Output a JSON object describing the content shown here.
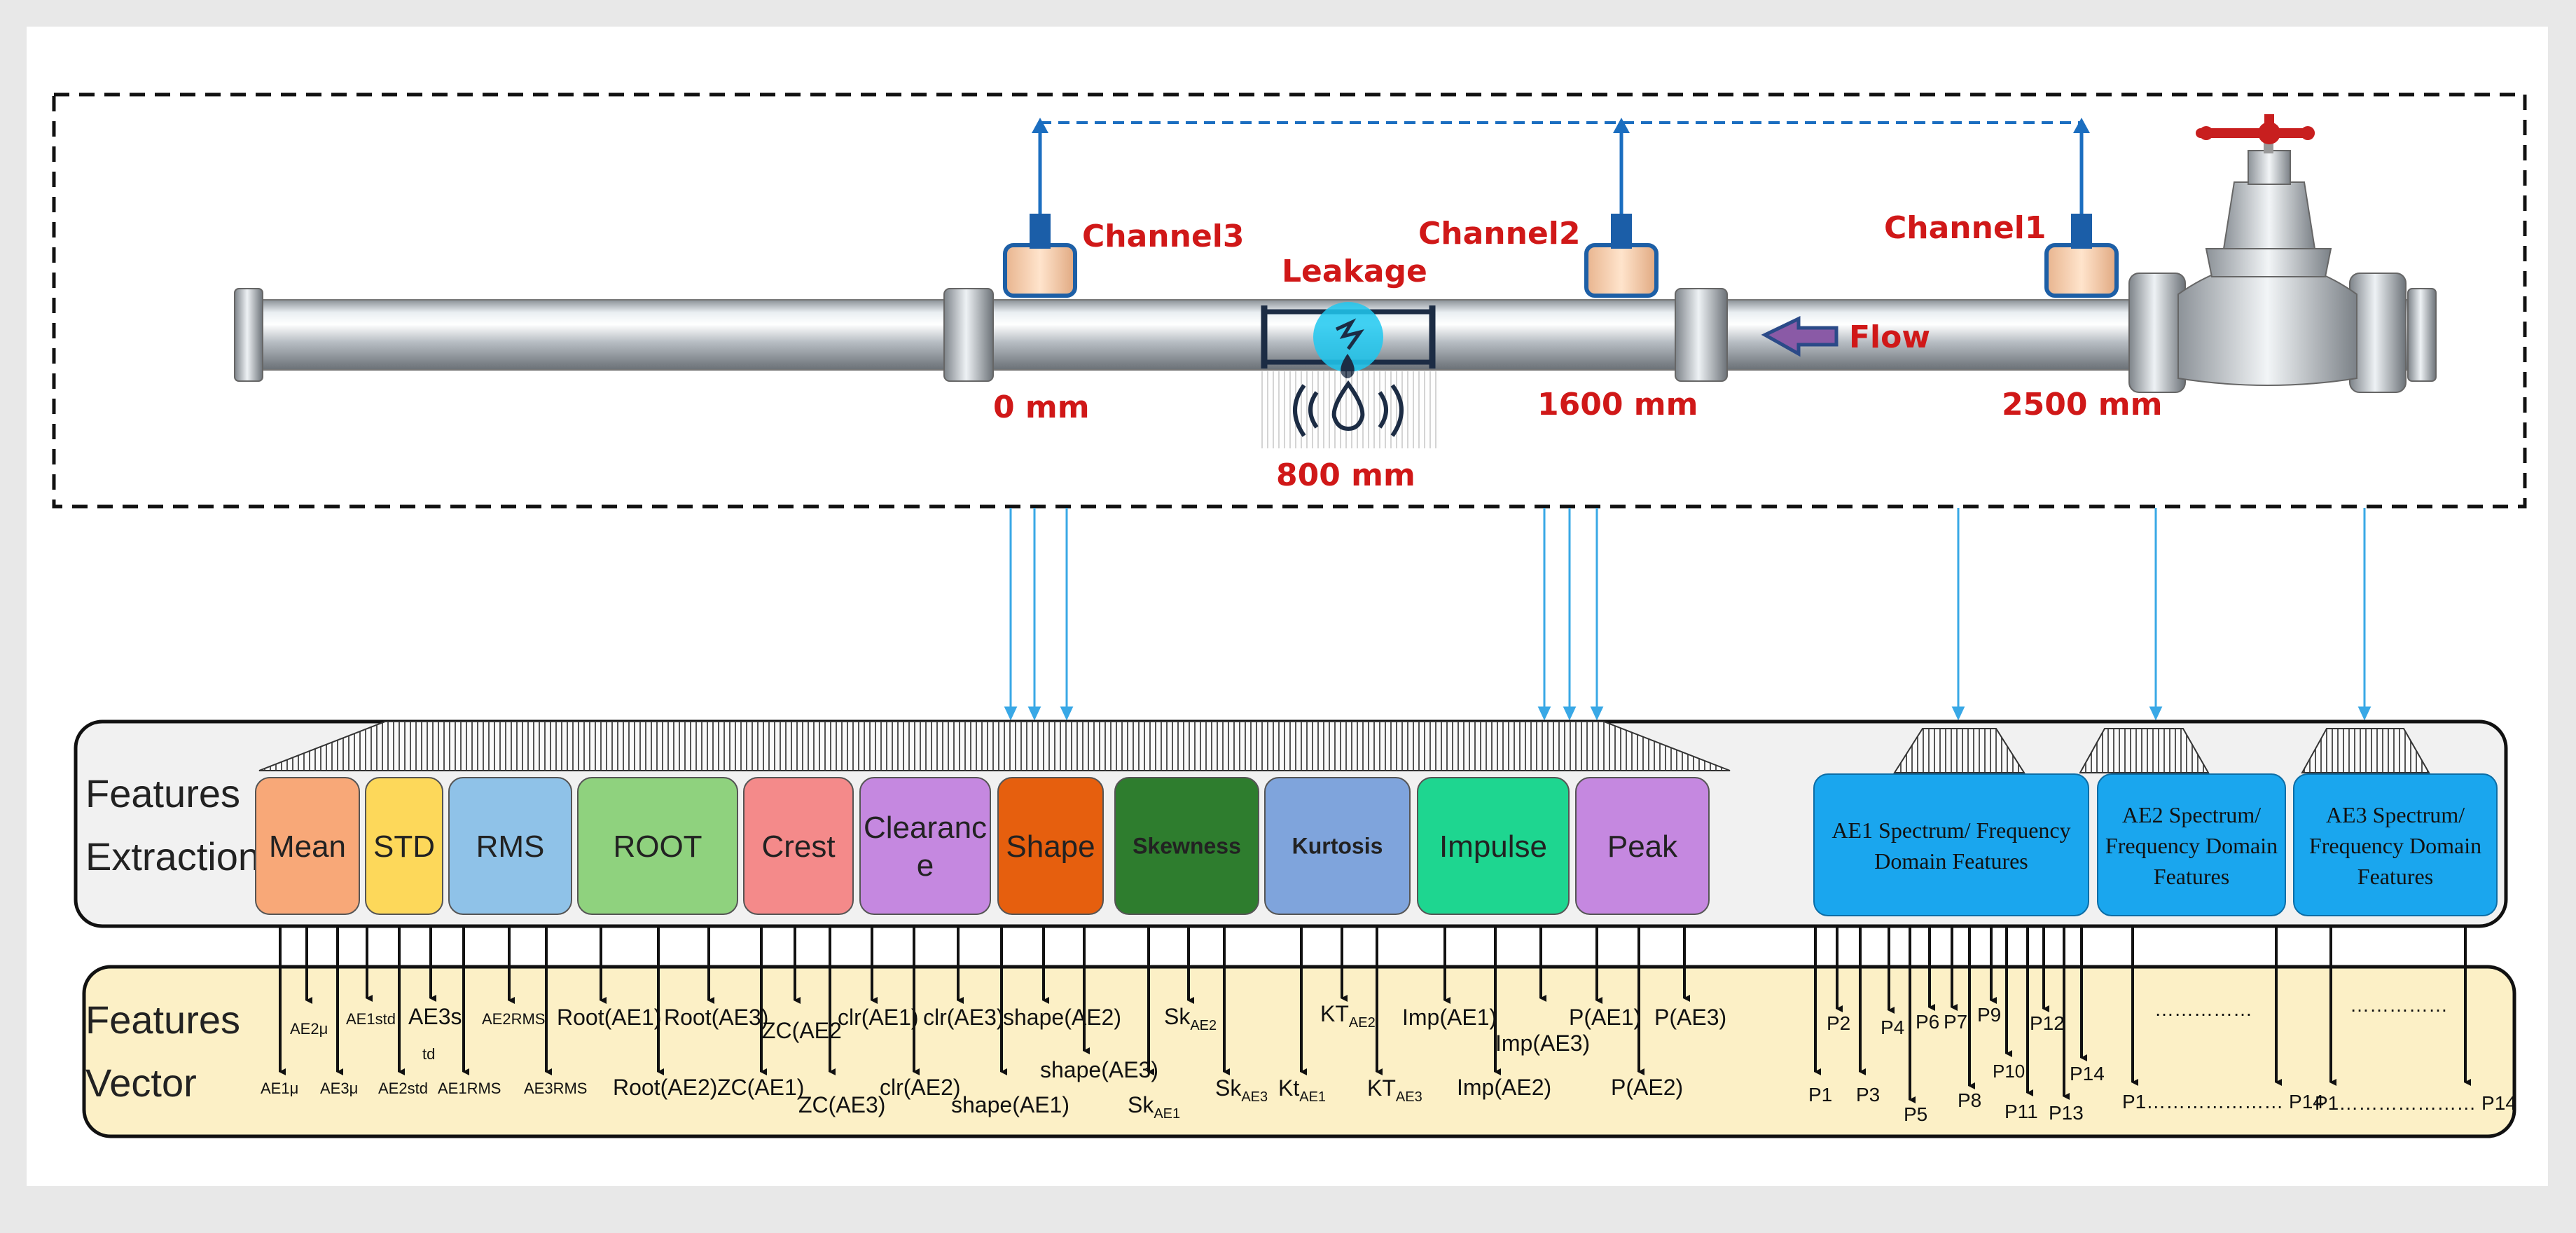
{
  "pipeline": {
    "channels": [
      {
        "id": "ch3",
        "label": "Channel3",
        "position": "0 mm"
      },
      {
        "id": "ch2",
        "label": "Channel2",
        "position": "1600 mm"
      },
      {
        "id": "ch1",
        "label": "Channel1",
        "position": "2500 mm"
      }
    ],
    "leak_label": "Leakage",
    "leak_position": "800 mm",
    "flow_label": "Flow"
  },
  "features_extraction": {
    "label_line1": "Features",
    "label_line2": "Extraction",
    "boxes": [
      {
        "id": "mean",
        "lines": [
          "Mean"
        ],
        "color": "#f8a878"
      },
      {
        "id": "std",
        "lines": [
          "STD"
        ],
        "color": "#fdd85a"
      },
      {
        "id": "rms",
        "lines": [
          "RMS"
        ],
        "color": "#8fc2e8"
      },
      {
        "id": "root",
        "lines": [
          "ROOT"
        ],
        "color": "#8fd27e"
      },
      {
        "id": "crest",
        "lines": [
          "Crest"
        ],
        "color": "#f48a8a"
      },
      {
        "id": "clearance",
        "lines": [
          "Clearanc",
          "e"
        ],
        "color": "#c588e0"
      },
      {
        "id": "shape",
        "lines": [
          "Shape"
        ],
        "color": "#e65f0e"
      },
      {
        "id": "skewness",
        "lines": [
          "Skewness"
        ],
        "color": "#2e7d2e"
      },
      {
        "id": "kurtosis",
        "lines": [
          "Kurtosis"
        ],
        "color": "#7fa4dc"
      },
      {
        "id": "impulse",
        "lines": [
          "Impulse"
        ],
        "color": "#1ed690"
      },
      {
        "id": "peak",
        "lines": [
          "Peak"
        ],
        "color": "#c588e0"
      }
    ],
    "spectrum_boxes": [
      {
        "id": "ae1-spectrum",
        "lines": [
          "AE1 Spectrum/ Frequency",
          "Domain Features"
        ]
      },
      {
        "id": "ae2-spectrum",
        "lines": [
          "AE2 Spectrum/",
          "Frequency Domain",
          "Features"
        ]
      },
      {
        "id": "ae3-spectrum",
        "lines": [
          "AE3 Spectrum/",
          "Frequency Domain",
          "Features"
        ]
      }
    ],
    "spectrum_color": "#1aa6ee"
  },
  "features_vector": {
    "label_line1": "Features",
    "label_line2": "Vector",
    "items": [
      "AE1μ",
      "AE2μ",
      "AE3μ",
      "AE1std",
      "AE2std",
      "AE3s",
      "td",
      "AE1RMS",
      "AE2RMS",
      "AE3RMS",
      "Root(AE1)",
      "Root(AE2)",
      "Root(AE3)",
      "ZC(AE1)",
      "ZC(AE2",
      "ZC(AE3)",
      "clr(AE1)",
      "clr(AE2)",
      "clr(AE3)",
      "shape(AE1)",
      "shape(AE2)",
      "shape(AE3)",
      "Sk",
      "AE1",
      "Sk",
      "AE2",
      "Sk",
      "AE3",
      "Kt",
      "AE1",
      "KT",
      "AE2",
      "KT",
      "AE3",
      "Imp(AE1)",
      "Imp(AE2)",
      "Imp(AE3)",
      "P(AE1)",
      "P(AE2)",
      "P(AE3)",
      "P1",
      "P2",
      "P3",
      "P4",
      "P5",
      "P6",
      "P7",
      "P8",
      "P9",
      "P10",
      "P11",
      "P12",
      "P13",
      "P14",
      "……………",
      "P1………………… P14",
      "……………",
      "P1………………… P14"
    ]
  }
}
